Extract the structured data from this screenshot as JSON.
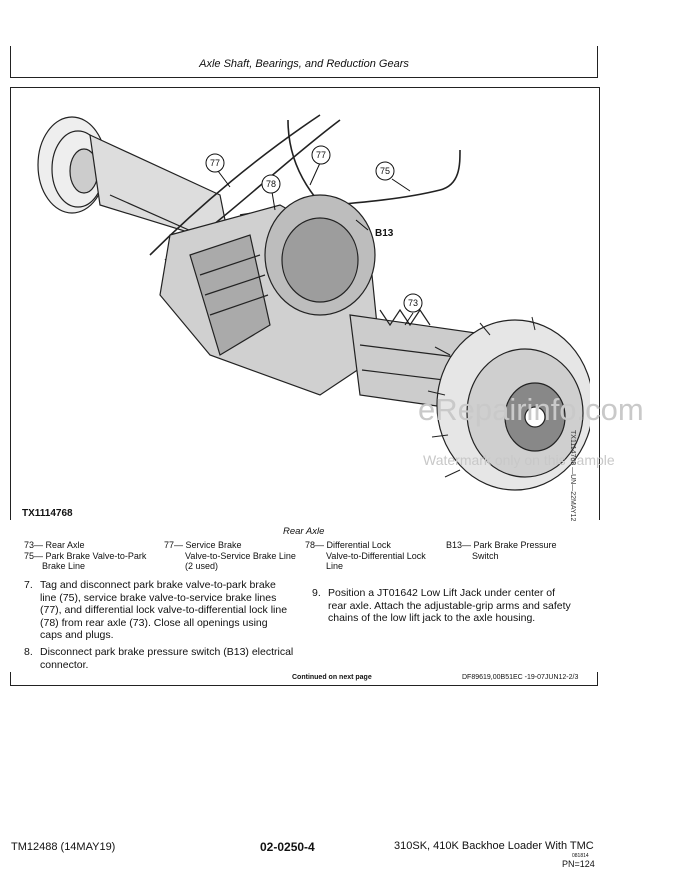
{
  "header": {
    "title": "Axle Shaft, Bearings, and Reduction Gears"
  },
  "figure": {
    "id": "TX1114768",
    "side_code": "TX1114768 —UN—22MAY12",
    "caption": "Rear Axle",
    "callouts": {
      "c77a": "77",
      "c77b": "77",
      "c78": "78",
      "c75": "75",
      "cB13": "B13",
      "c73": "73"
    }
  },
  "legend": {
    "col1": {
      "line1": "73— Rear Axle",
      "line2": "75— Park Brake Valve-to-Park",
      "line3": "Brake Line"
    },
    "col2": {
      "line1": "77— Service  Brake",
      "line2": "Valve-to-Service Brake Line",
      "line3": "(2 used)"
    },
    "col3": {
      "line1": "78— Differential  Lock",
      "line2": "Valve-to-Differential Lock",
      "line3": "Line"
    },
    "col4": {
      "line1": "B13— Park Brake Pressure",
      "line2": "Switch"
    }
  },
  "steps": {
    "s7": {
      "num": "7.",
      "l1": "Tag and disconnect park brake valve-to-park brake",
      "l2": "line (75), service brake valve-to-service brake lines",
      "l3": "(77), and differential lock valve-to-differential lock line",
      "l4": "(78) from rear axle (73).  Close all openings using",
      "l5": "caps and plugs."
    },
    "s8": {
      "num": "8.",
      "l1": "Disconnect park brake pressure switch (B13) electrical",
      "l2": "connector."
    },
    "s9": {
      "num": "9.",
      "l1": "Position a JT01642 Low Lift Jack under center of",
      "l2": "rear axle.  Attach the adjustable-grip arms and safety",
      "l3": "chains of the low lift jack to the axle housing."
    }
  },
  "continued": "Continued on next page",
  "doc_code": "DF89619,00B51EC -19-07JUN12-2/3",
  "watermark": {
    "main": "eRepairinfo.com",
    "sub": "Watermark only on this sample"
  },
  "footer": {
    "left": "TM12488 (14MAY19)",
    "center": "02-0250-4",
    "right": "310SK, 410K Backhoe Loader With TMC",
    "small": "081814",
    "pn": "PN=124"
  }
}
